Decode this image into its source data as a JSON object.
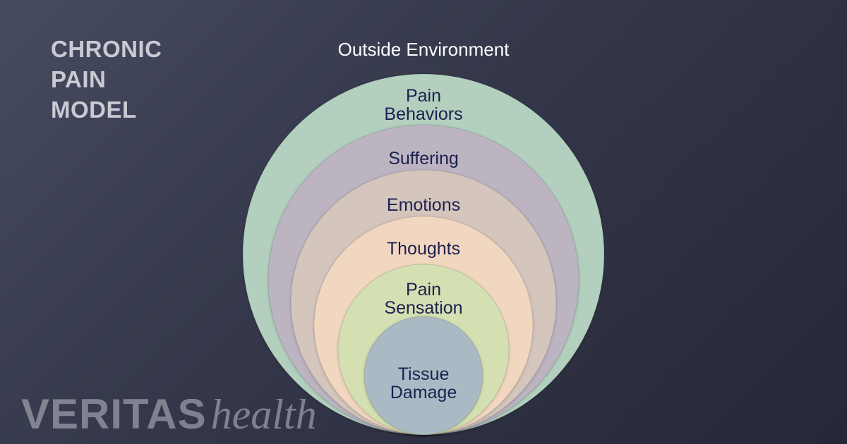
{
  "title": {
    "lines": [
      "CHRONIC",
      "PAIN",
      "MODEL"
    ]
  },
  "outside_label": "Outside Environment",
  "layers": [
    {
      "lines": [
        "Pain",
        "Behaviors"
      ],
      "color": "#b3d0bf"
    },
    {
      "lines": [
        "Suffering"
      ],
      "color": "#bcb4c1"
    },
    {
      "lines": [
        "Emotions"
      ],
      "color": "#d4c6bd"
    },
    {
      "lines": [
        "Thoughts"
      ],
      "color": "#f2d7c0"
    },
    {
      "lines": [
        "Pain",
        "Sensation"
      ],
      "color": "#d5e0b2"
    },
    {
      "lines": [
        "Tissue",
        "Damage"
      ],
      "color": "#a9bac4"
    }
  ],
  "logo": {
    "brand": "VERITAS",
    "sub": "health"
  }
}
